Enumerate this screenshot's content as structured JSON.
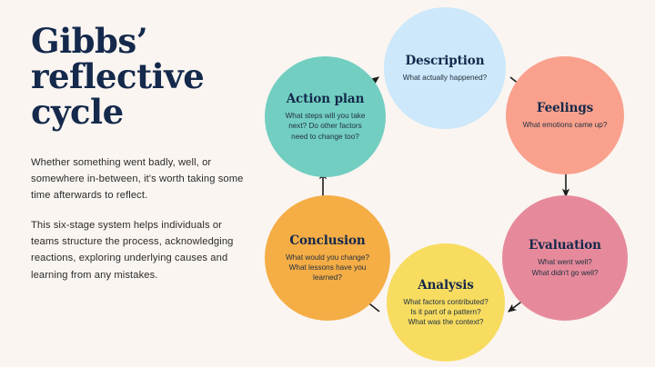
{
  "page": {
    "background_color": "#faf5f1",
    "title": "Gibbs’\nreflective\ncycle",
    "title_color": "#14294b",
    "paragraphs": [
      "Whether something went badly, well, or somewhere in-between, it's worth taking some time afterwards to reflect.",
      "This six-stage system helps individuals or teams structure the process, acknowledging reactions, exploring underlying causes and learning from any mistakes."
    ]
  },
  "diagram": {
    "type": "cycle",
    "direction": "clockwise",
    "stage_count": 6,
    "stages": [
      {
        "id": "description",
        "order": 1,
        "title": "Description",
        "subtitle": "What actually happened?",
        "color": "#cce8fa"
      },
      {
        "id": "feelings",
        "order": 2,
        "title": "Feelings",
        "subtitle": "What emotions came up?",
        "color": "#f9a18d"
      },
      {
        "id": "evaluation",
        "order": 3,
        "title": "Evaluation",
        "subtitle": "What went well?\nWhat didn't go well?",
        "color": "#e68a9b"
      },
      {
        "id": "analysis",
        "order": 4,
        "title": "Analysis",
        "subtitle": "What factors contributed?\nIs it part of a pattern?\nWhat was the context?",
        "color": "#f7dc60"
      },
      {
        "id": "conclusion",
        "order": 5,
        "title": "Conclusion",
        "subtitle": "What would you change?\nWhat lessons have you\nlearned?",
        "color": "#f5ad45"
      },
      {
        "id": "action-plan",
        "order": 6,
        "title": "Action plan",
        "subtitle": "What steps will you take\nnext? Do other factors\nneed to change too?",
        "color": "#72cec1"
      }
    ],
    "arrow_color": "#1c1c1c"
  }
}
